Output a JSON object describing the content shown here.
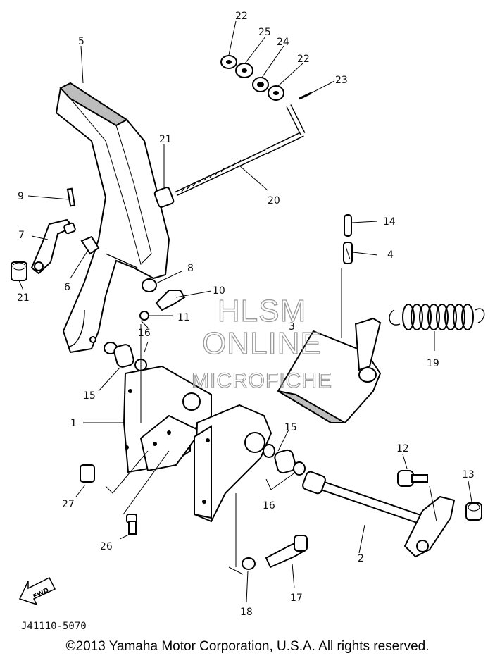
{
  "labels": {
    "p1": "1",
    "p2": "2",
    "p3": "3",
    "p4": "4",
    "p5": "5",
    "p6": "6",
    "p7": "7",
    "p8": "8",
    "p9": "9",
    "p10": "10",
    "p11": "11",
    "p12": "12",
    "p13": "13",
    "p14": "14",
    "p15a": "15",
    "p15b": "15",
    "p16a": "16",
    "p16b": "16",
    "p17": "17",
    "p18": "18",
    "p19": "19",
    "p20": "20",
    "p21a": "21",
    "p21b": "21",
    "p22a": "22",
    "p22b": "22",
    "p23": "23",
    "p24": "24",
    "p25": "25",
    "p26": "26",
    "p27": "27"
  },
  "watermark": {
    "line1": "HLSM",
    "line2": "ONLINE",
    "line3": "MICROFICHE"
  },
  "fwd_label": "FWD",
  "diagram_code": "J41110-5070",
  "copyright": "©2013 Yamaha Motor Corporation, U.S.A. All rights reserved."
}
